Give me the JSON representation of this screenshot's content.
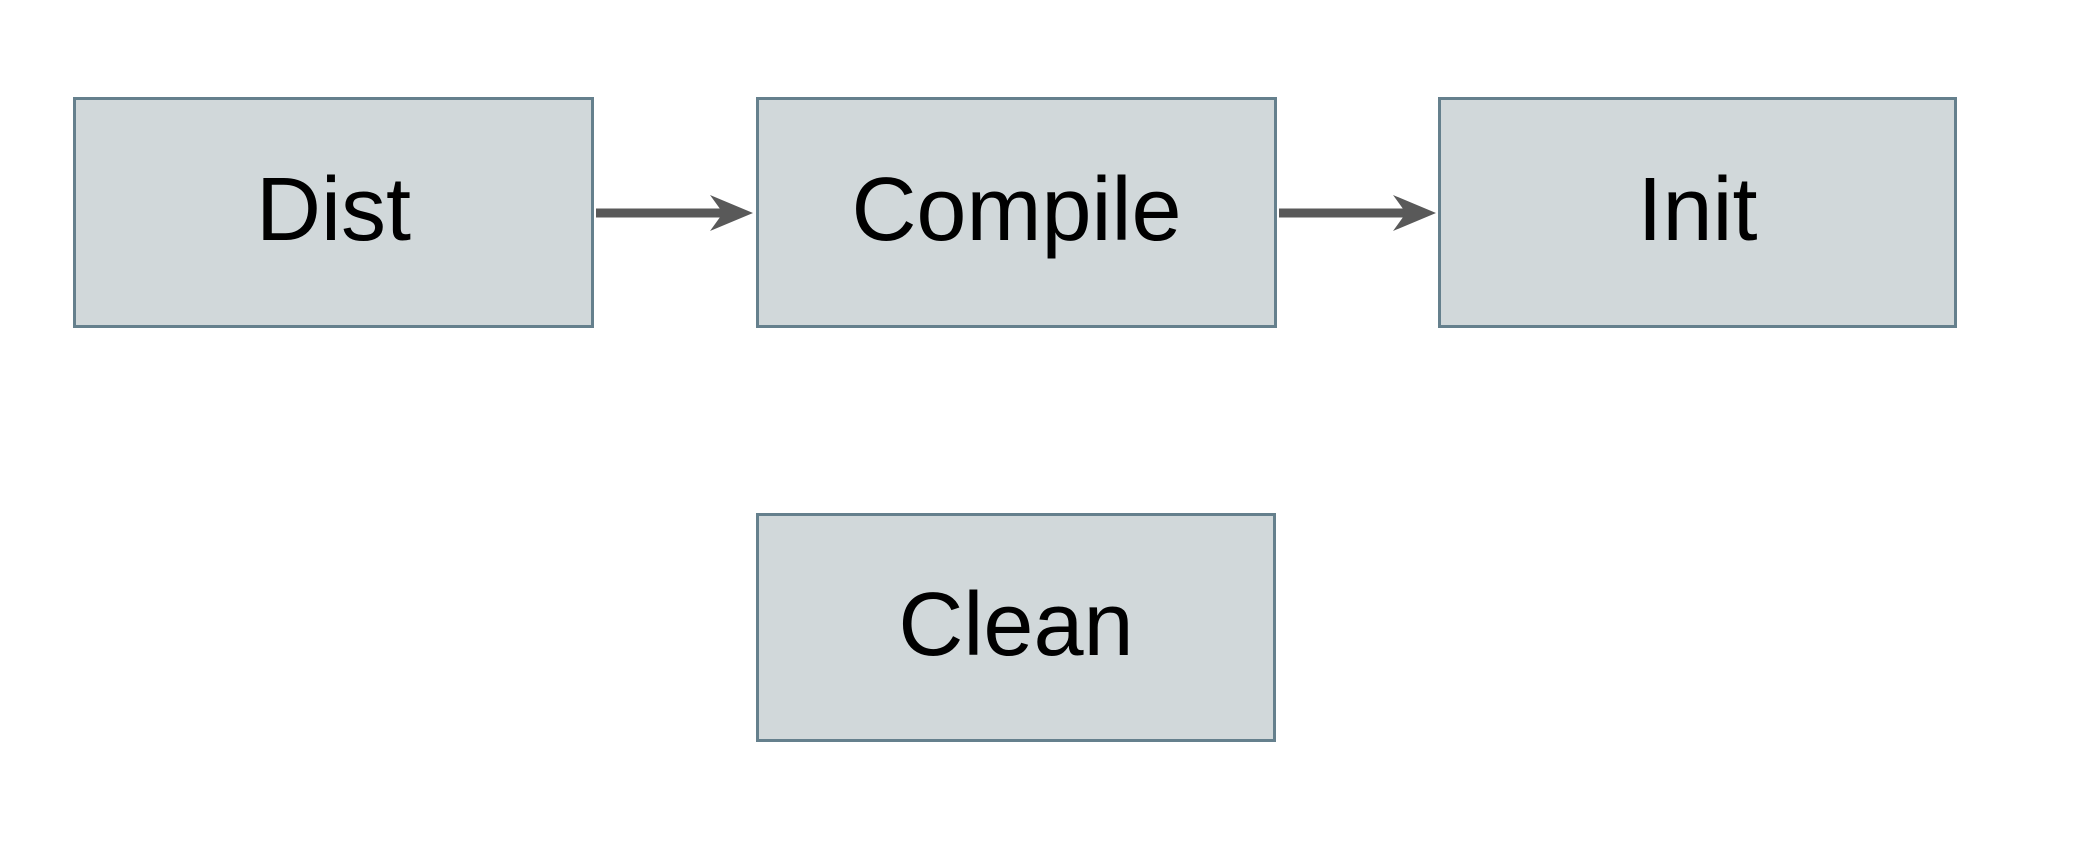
{
  "diagram": {
    "title": "build-targets-flowchart",
    "nodes": [
      {
        "id": "dist",
        "label": "Dist"
      },
      {
        "id": "compile",
        "label": "Compile"
      },
      {
        "id": "init",
        "label": "Init"
      },
      {
        "id": "clean",
        "label": "Clean"
      }
    ],
    "edges": [
      {
        "from": "Dist",
        "to": "Compile",
        "direction": "right"
      },
      {
        "from": "Compile",
        "to": "Init",
        "direction": "right"
      }
    ],
    "colors": {
      "background": "#ffffff",
      "node_fill": "#d1d8da",
      "node_border": "#65808d",
      "arrow": "#595959",
      "text": "#000000"
    }
  }
}
